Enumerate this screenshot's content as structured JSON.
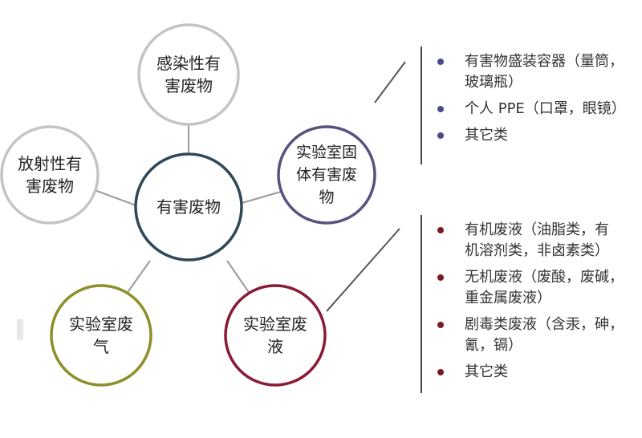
{
  "diagram": {
    "center": {
      "label": "有害废物"
    },
    "nodes": [
      {
        "id": "infectious",
        "label": "感染性有\n害废物"
      },
      {
        "id": "radioactive",
        "label": "放射性有\n害废物"
      },
      {
        "id": "solid",
        "label": "实验室固\n体有害废\n物"
      },
      {
        "id": "gas",
        "label": "实验室废\n气"
      },
      {
        "id": "liquid",
        "label": "实验室废\n液"
      }
    ],
    "solid_list": [
      "有害物盛装容器（量筒，\n玻璃瓶）",
      "个人 PPE（口罩，眼镜）",
      "其它类"
    ],
    "liquid_list": [
      "有机废液（油脂类，有\n机溶剂类，非卤素类）",
      "无机废液（废酸，废碱，\n重金属废液）",
      "剧毒类废液（含汞，砷，\n氰，镉）",
      "其它类"
    ]
  },
  "colors": {
    "center_ring": "#2f4858",
    "infectious_ring": "#c4c4c4",
    "radioactive_ring": "#c4c4c4",
    "solid_ring": "#5b4f7e",
    "gas_ring": "#8c8f2a",
    "liquid_ring": "#8a1a36",
    "connector": "#9a9a9a",
    "solid_bullet": "#4b4a8a",
    "liquid_bullet": "#7a1a22"
  }
}
